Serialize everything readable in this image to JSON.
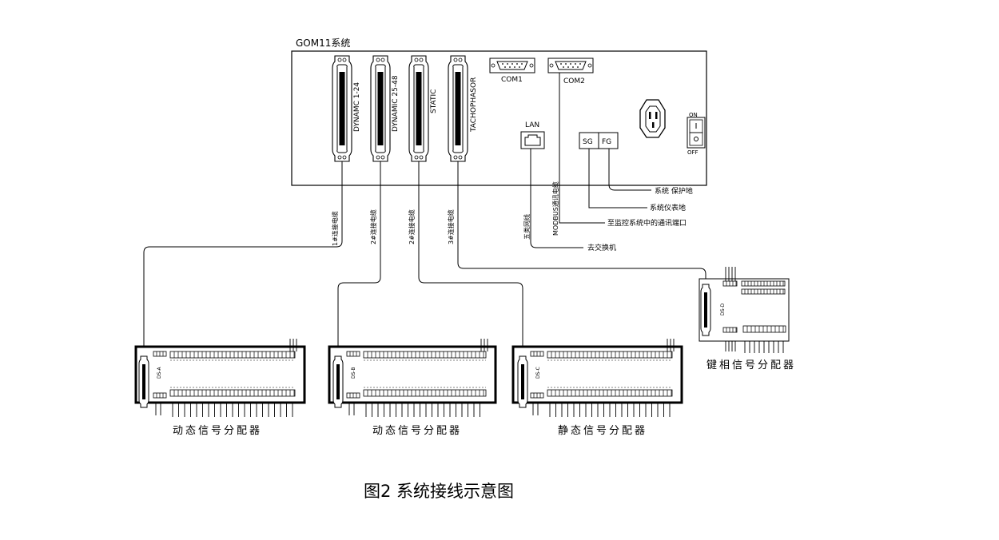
{
  "system": {
    "title": "GOM11系统",
    "connectors": [
      "DYNAMC 1-24",
      "DYNAMIC 25-48",
      "STATIC",
      "TACHOPHASOR"
    ],
    "com1": "COM1",
    "com2": "COM2",
    "lan": "LAN",
    "sg": "SG",
    "fg": "FG",
    "on": "ON",
    "off": "OFF"
  },
  "cables": {
    "c1": "1#连接电缆",
    "c2": "2#连接电缆",
    "c3": "2#连接电缆",
    "c4": "3#连接电缆",
    "network": "五类网线",
    "modbus": "MODBUS通讯电缆"
  },
  "destinations": {
    "protect_ground": "系统 保护地",
    "instrument_ground": "系统仪表地",
    "monitor_port": "至监控系统中的通讯端口",
    "switch": "去交换机"
  },
  "distributors": [
    {
      "code": "DS-A",
      "label": "动态信号分配器"
    },
    {
      "code": "DS-B",
      "label": "动态信号分配器"
    },
    {
      "code": "DS-C",
      "label": "静态信号分配器"
    },
    {
      "code": "DS-D",
      "label": "键相信号分配器"
    }
  ],
  "figure_caption": "图2  系统接线示意图"
}
